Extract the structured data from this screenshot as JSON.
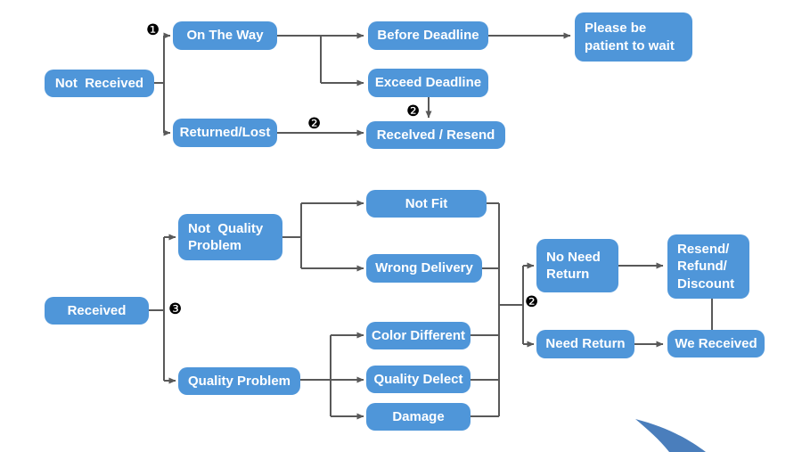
{
  "colors": {
    "node_fill": "#4f96d9",
    "node_text": "#ffffff",
    "connector": "#595959",
    "marker": "#000000",
    "swoosh": "#4a7ebc",
    "background": "#ffffff"
  },
  "markers": {
    "one": "❶",
    "two": "❷",
    "three": "❸"
  },
  "nodes": {
    "not_received": {
      "label": "Not  Received"
    },
    "on_the_way": {
      "label": "On The Way"
    },
    "before_deadline": {
      "label": "Before Deadline"
    },
    "please_wait": {
      "label": "Please be\npatient to wait"
    },
    "exceed_deadline": {
      "label": "Exceed Deadline"
    },
    "returned_lost": {
      "label": "Returned/Lost"
    },
    "received_resend": {
      "label": "Recelved / Resend"
    },
    "received": {
      "label": "Received"
    },
    "not_quality_problem": {
      "label": "Not  Quality\nProblem"
    },
    "quality_problem": {
      "label": "Quality Problem"
    },
    "not_fit": {
      "label": "Not Fit"
    },
    "wrong_delivery": {
      "label": "Wrong Delivery"
    },
    "color_different": {
      "label": "Color Different"
    },
    "quality_delect": {
      "label": "Quality Delect"
    },
    "damage": {
      "label": "Damage"
    },
    "no_need_return": {
      "label": "No Need\nReturn"
    },
    "need_return": {
      "label": "Need Return"
    },
    "resend_refund": {
      "label": "Resend/\nRefund/\nDiscount"
    },
    "we_received": {
      "label": "We Received"
    }
  },
  "flows": [
    {
      "from": "Not  Received",
      "to": "On The Way",
      "marker": "❶"
    },
    {
      "from": "Not  Received",
      "to": "Returned/Lost",
      "marker": "❶"
    },
    {
      "from": "On The Way",
      "to": "Before Deadline"
    },
    {
      "from": "On The Way",
      "to": "Exceed Deadline"
    },
    {
      "from": "Before Deadline",
      "to": "Please be patient to wait"
    },
    {
      "from": "Exceed Deadline",
      "to": "Recelved / Resend",
      "marker": "❷"
    },
    {
      "from": "Returned/Lost",
      "to": "Recelved / Resend",
      "marker": "❷"
    },
    {
      "from": "Received",
      "to": "Not  Quality Problem",
      "marker": "❸"
    },
    {
      "from": "Received",
      "to": "Quality Problem",
      "marker": "❸"
    },
    {
      "from": "Not  Quality Problem",
      "to": "Not Fit"
    },
    {
      "from": "Not  Quality Problem",
      "to": "Wrong Delivery"
    },
    {
      "from": "Quality Problem",
      "to": "Color Different"
    },
    {
      "from": "Quality Problem",
      "to": "Quality Delect"
    },
    {
      "from": "Quality Problem",
      "to": "Damage"
    },
    {
      "from": "Not Fit / Wrong Delivery / Color Different / Quality Delect / Damage",
      "to": "No Need Return",
      "marker": "❷"
    },
    {
      "from": "Not Fit / Wrong Delivery / Color Different / Quality Delect / Damage",
      "to": "Need Return",
      "marker": "❷"
    },
    {
      "from": "No Need Return",
      "to": "Resend/Refund/Discount"
    },
    {
      "from": "Need Return",
      "to": "We Received"
    },
    {
      "from": "Resend/Refund/Discount",
      "to": "We Received"
    }
  ]
}
